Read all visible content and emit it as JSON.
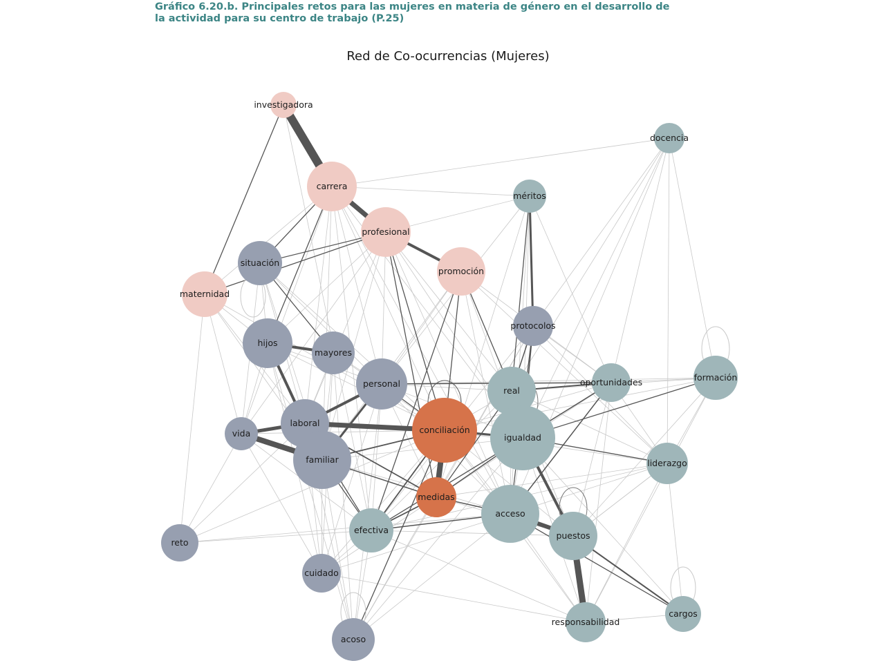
{
  "caption": {
    "line1": "Gráfico 6.20.b. Principales retos para las mujeres en materia de género en el desarrollo de",
    "line2": "la actividad para su centro de trabajo (P.25)"
  },
  "title": "Red de Co-ocurrencias (Mujeres)",
  "colors": {
    "pink": "#f0cbc4",
    "slate": "#979fb0",
    "teal": "#9fb6b9",
    "orange": "#d6734a",
    "edge_strong": "#555555",
    "edge_weak": "#c8c8c8"
  },
  "nodes": [
    {
      "id": "investigadora",
      "label": "investigadora",
      "group": "pink"
    },
    {
      "id": "carrera",
      "label": "carrera",
      "group": "pink"
    },
    {
      "id": "profesional",
      "label": "profesional",
      "group": "pink"
    },
    {
      "id": "promocion",
      "label": "promoción",
      "group": "pink"
    },
    {
      "id": "maternidad",
      "label": "maternidad",
      "group": "pink"
    },
    {
      "id": "situacion",
      "label": "situación",
      "group": "slate"
    },
    {
      "id": "hijos",
      "label": "hijos",
      "group": "slate"
    },
    {
      "id": "mayores",
      "label": "mayores",
      "group": "slate"
    },
    {
      "id": "personal",
      "label": "personal",
      "group": "slate"
    },
    {
      "id": "laboral",
      "label": "laboral",
      "group": "slate"
    },
    {
      "id": "vida",
      "label": "vida",
      "group": "slate"
    },
    {
      "id": "familiar",
      "label": "familiar",
      "group": "slate"
    },
    {
      "id": "reto",
      "label": "reto",
      "group": "slate"
    },
    {
      "id": "cuidado",
      "label": "cuidado",
      "group": "slate"
    },
    {
      "id": "acoso",
      "label": "acoso",
      "group": "slate"
    },
    {
      "id": "protocolos",
      "label": "protocolos",
      "group": "slate"
    },
    {
      "id": "conciliacion",
      "label": "conciliación",
      "group": "orange"
    },
    {
      "id": "medidas",
      "label": "medidas",
      "group": "orange"
    },
    {
      "id": "docencia",
      "label": "docencia",
      "group": "teal"
    },
    {
      "id": "meritos",
      "label": "méritos",
      "group": "teal"
    },
    {
      "id": "real",
      "label": "real",
      "group": "teal"
    },
    {
      "id": "igualdad",
      "label": "igualdad",
      "group": "teal"
    },
    {
      "id": "oportunidades",
      "label": "oportunidades",
      "group": "teal"
    },
    {
      "id": "formacion",
      "label": "formación",
      "group": "teal"
    },
    {
      "id": "liderazgo",
      "label": "liderazgo",
      "group": "teal"
    },
    {
      "id": "acceso",
      "label": "acceso",
      "group": "teal"
    },
    {
      "id": "puestos",
      "label": "puestos",
      "group": "teal"
    },
    {
      "id": "efectiva",
      "label": "efectiva",
      "group": "teal"
    },
    {
      "id": "responsabilidad",
      "label": "responsabilidad",
      "group": "teal"
    },
    {
      "id": "cargos",
      "label": "cargos",
      "group": "teal"
    }
  ]
}
